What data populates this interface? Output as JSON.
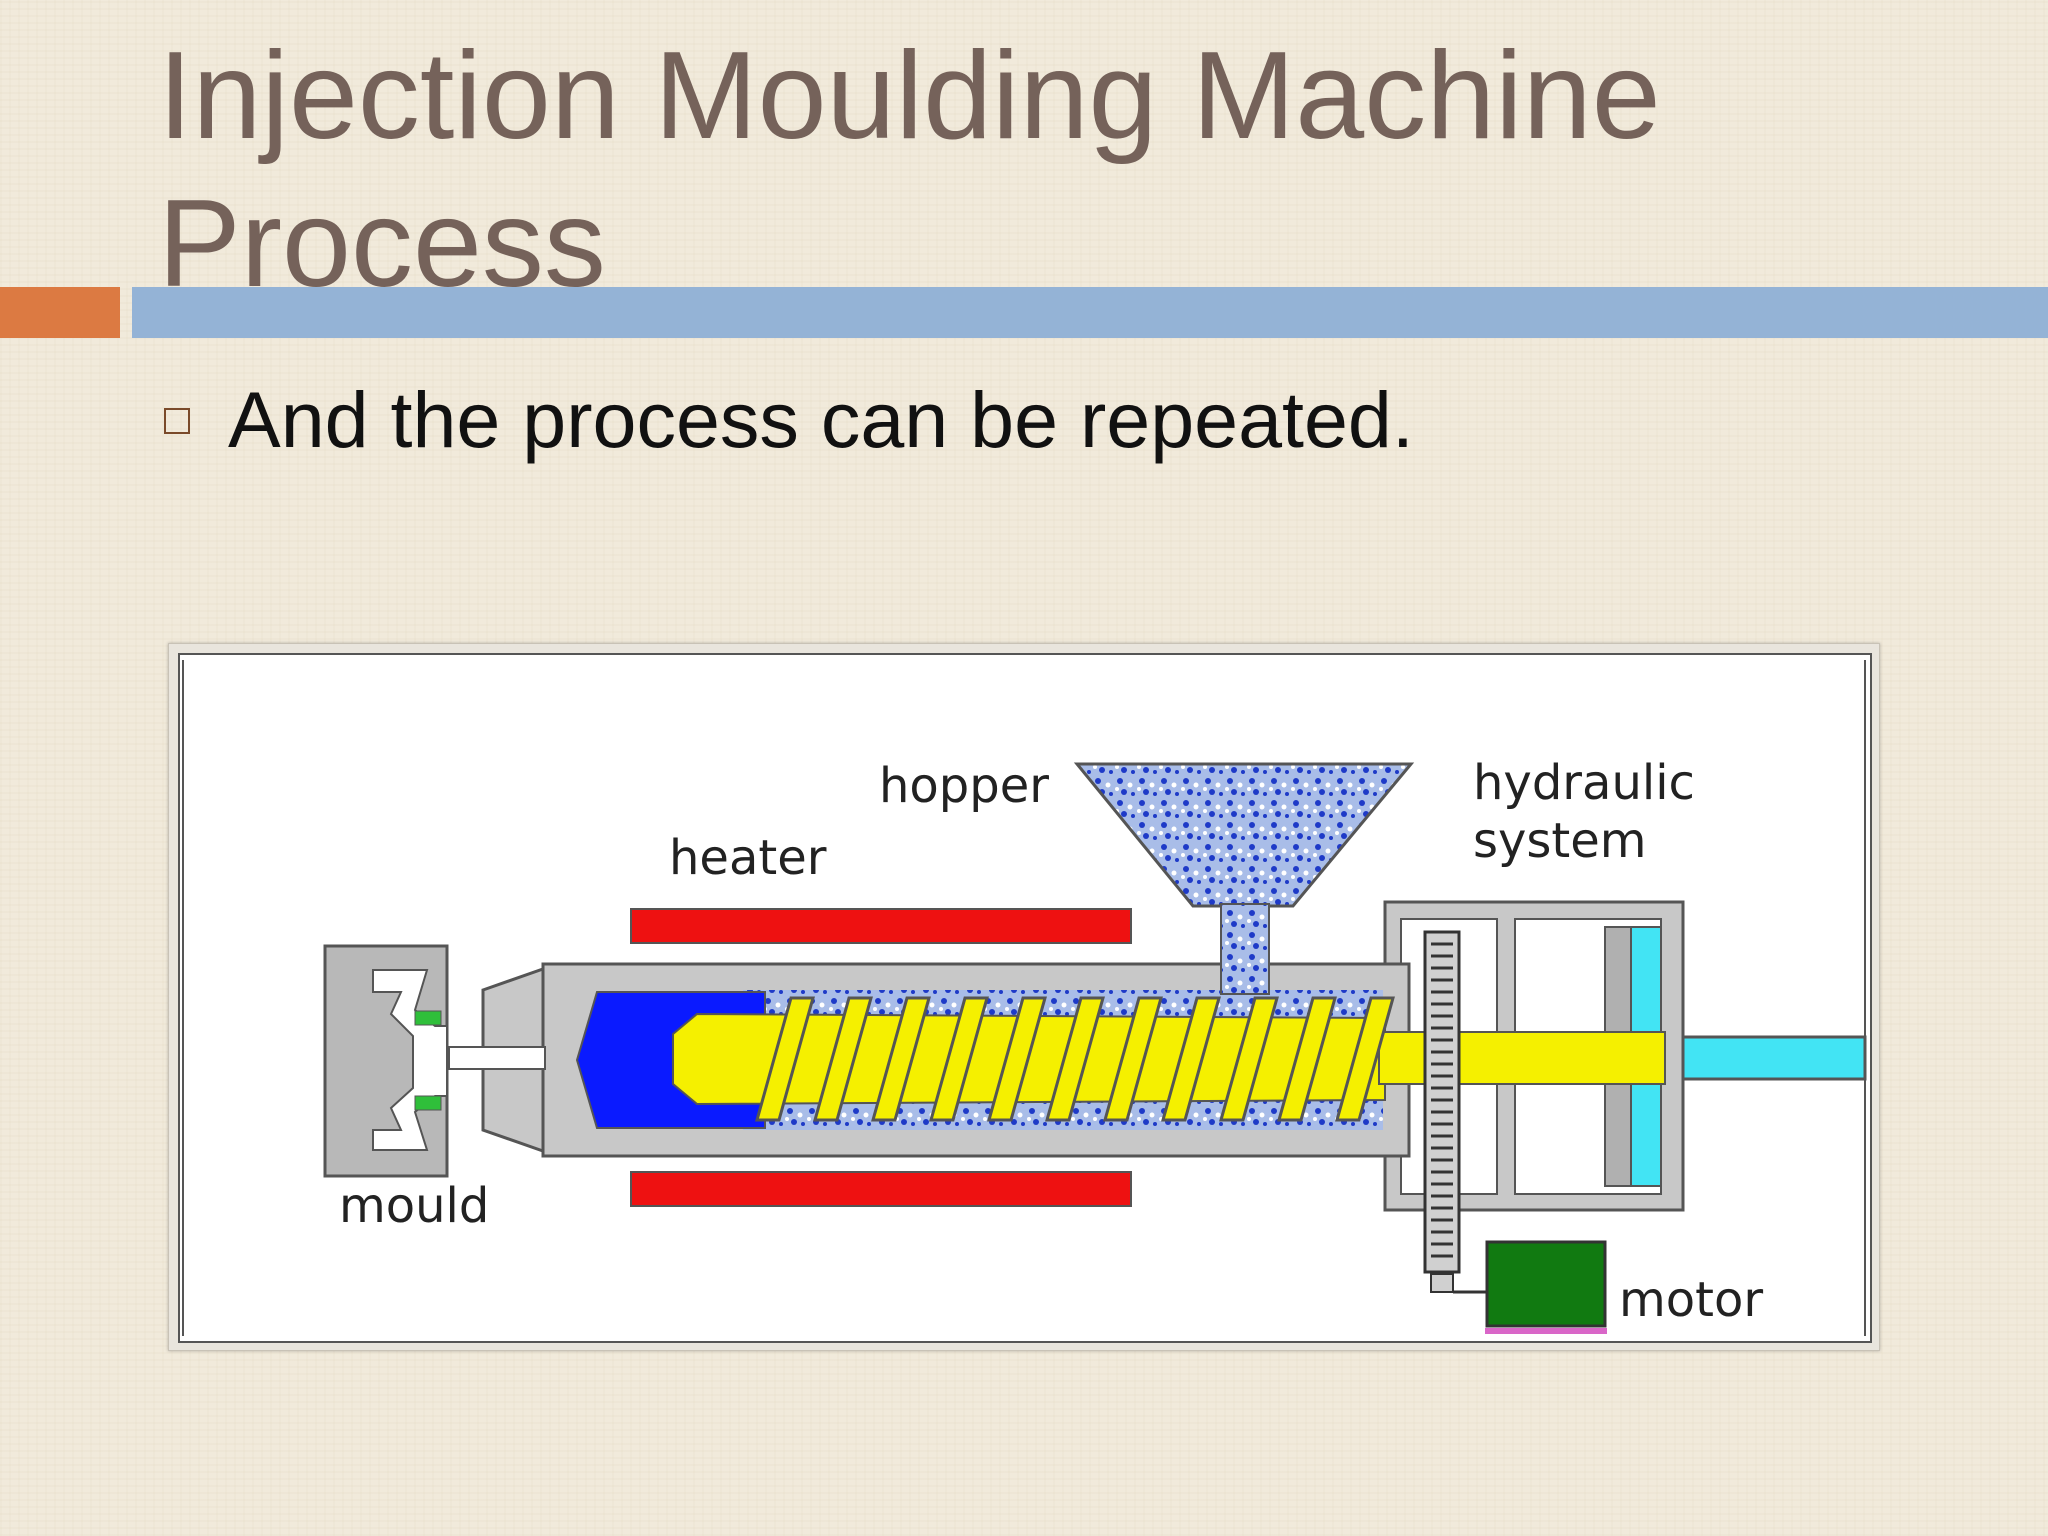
{
  "slide": {
    "title_line1": "Injection Moulding Machine",
    "title_line2": "Process",
    "bullet_text": "And the process can be repeated."
  },
  "diagram": {
    "labels": {
      "hopper": "hopper",
      "heater": "heater",
      "hydraulic_line1": "hydraulic",
      "hydraulic_line2": "system",
      "mould": "mould",
      "motor": "motor"
    },
    "colors": {
      "heater": "#ee1111",
      "screw": "#f5f000",
      "melt": "#0a1aff",
      "granules": "#a9bde8",
      "barrel": "#c8c8c8",
      "mould": "#b8b8b8",
      "mould_insert": "#2fbf3a",
      "hydraulic_fluid": "#42e4f4",
      "motor": "#117a11",
      "accent_orange": "#dc7a42",
      "accent_blue": "#94b3d6",
      "title": "#75625a"
    }
  }
}
